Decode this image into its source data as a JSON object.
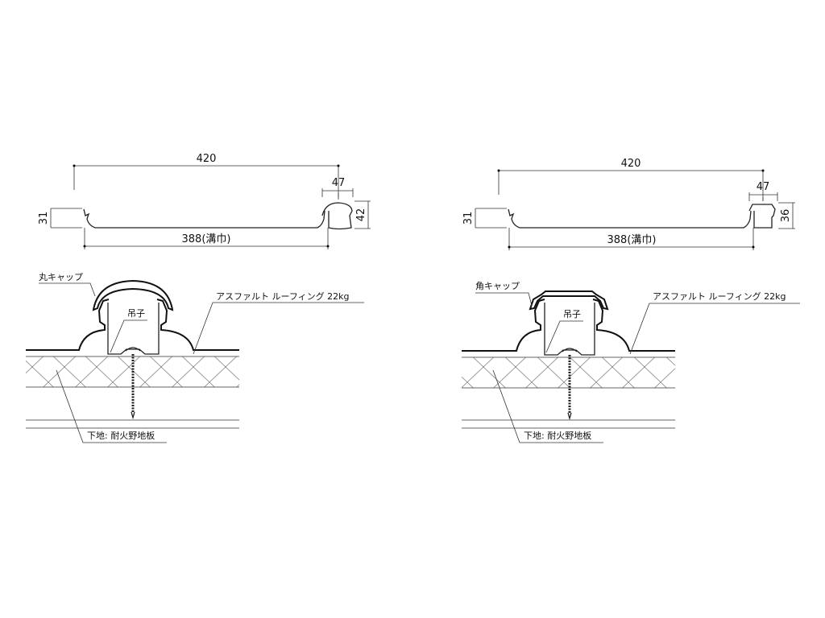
{
  "left_detail": {
    "dim_total": "420",
    "dim_cap_width": "47",
    "dim_cap_height": "42",
    "dim_panel_height": "31",
    "dim_groove": "388(溝巾)",
    "label_cap": "丸キャップ",
    "label_clip": "吊子",
    "label_roofing": "アスファルト ルーフィング 22kg",
    "label_base": "下地: 耐火野地板"
  },
  "right_detail": {
    "dim_total": "420",
    "dim_cap_width": "47",
    "dim_cap_height": "36",
    "dim_panel_height": "31",
    "dim_groove": "388(溝巾)",
    "label_cap": "角キャップ",
    "label_clip": "吊子",
    "label_roofing": "アスファルト ルーフィング 22kg",
    "label_base": "下地: 耐火野地板"
  }
}
